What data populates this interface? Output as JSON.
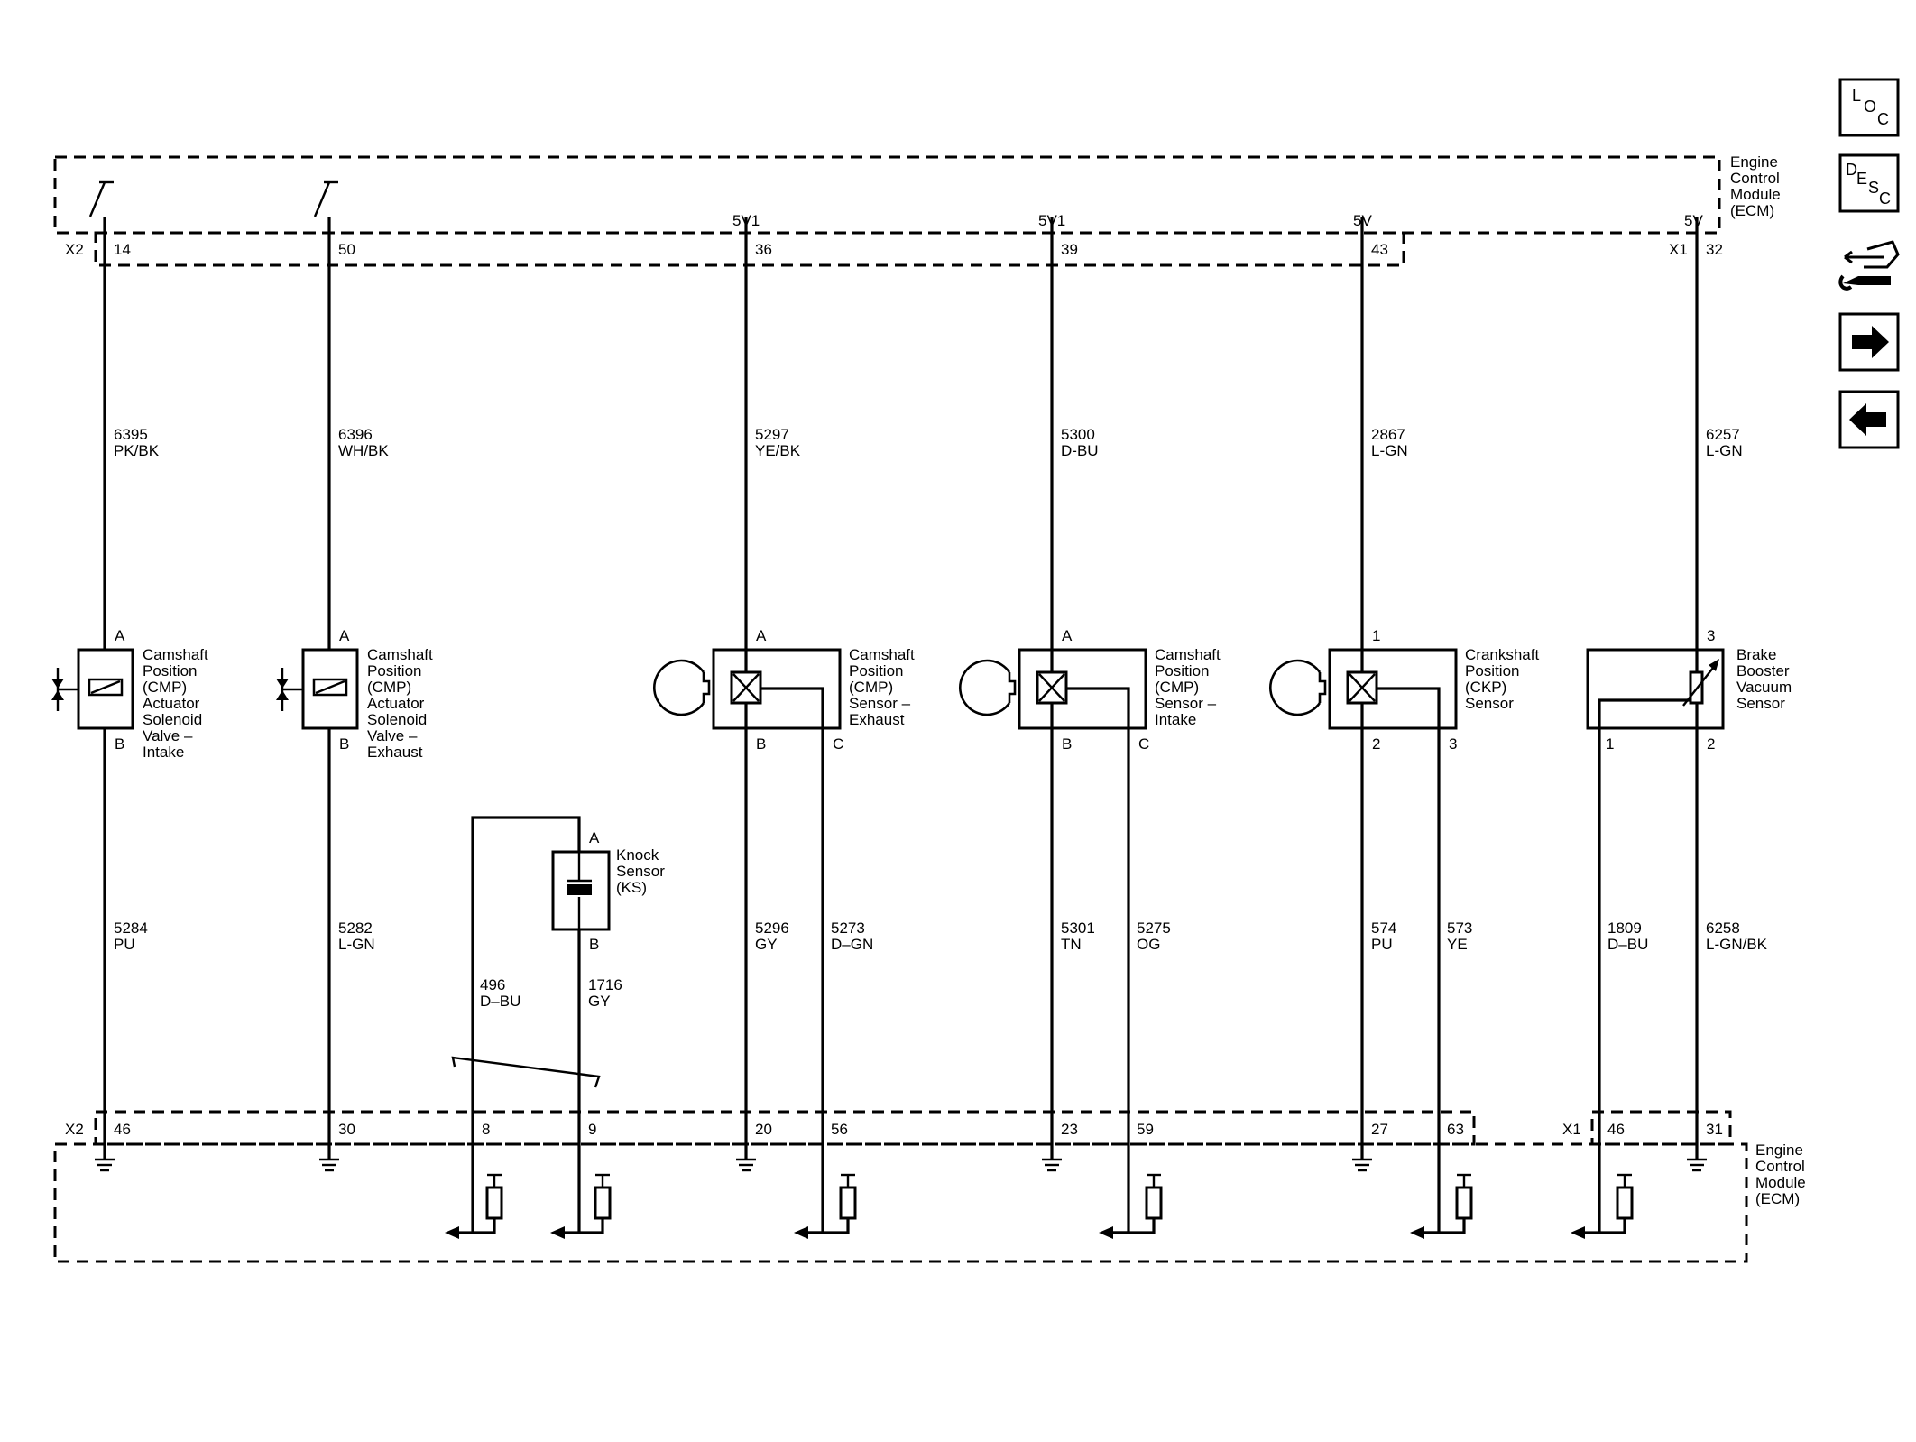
{
  "ecm_label": [
    "Engine",
    "Control",
    "Module",
    "(ECM)"
  ],
  "connectors": {
    "top_left": "X2",
    "top_right": "X1",
    "bottom_left": "X2",
    "bottom_right": "X1"
  },
  "top_pins": [
    "14",
    "50",
    "36",
    "39",
    "43",
    "32"
  ],
  "supply_labels": [
    "5V1",
    "5V1",
    "5V",
    "5V"
  ],
  "top_wires": [
    {
      "circuit": "6395",
      "color": "PK/BK"
    },
    {
      "circuit": "6396",
      "color": "WH/BK"
    },
    {
      "circuit": "5297",
      "color": "YE/BK"
    },
    {
      "circuit": "5300",
      "color": "D-BU"
    },
    {
      "circuit": "2867",
      "color": "L-GN"
    },
    {
      "circuit": "6257",
      "color": "L-GN"
    }
  ],
  "components": [
    {
      "lines": [
        "Camshaft",
        "Position",
        "(CMP)",
        "Actuator",
        "Solenoid",
        "Valve –",
        "Intake"
      ],
      "pins": [
        "A",
        "B"
      ]
    },
    {
      "lines": [
        "Camshaft",
        "Position",
        "(CMP)",
        "Actuator",
        "Solenoid",
        "Valve –",
        "Exhaust"
      ],
      "pins": [
        "A",
        "B"
      ]
    },
    {
      "lines": [
        "Camshaft",
        "Position",
        "(CMP)",
        "Sensor –",
        "Exhaust"
      ],
      "pins": [
        "A",
        "B",
        "C"
      ]
    },
    {
      "lines": [
        "Camshaft",
        "Position",
        "(CMP)",
        "Sensor –",
        "Intake"
      ],
      "pins": [
        "A",
        "B",
        "C"
      ]
    },
    {
      "lines": [
        "Crankshaft",
        "Position",
        "(CKP)",
        "Sensor"
      ],
      "pins": [
        "1",
        "2",
        "3"
      ]
    },
    {
      "lines": [
        "Brake",
        "Booster",
        "Vacuum",
        "Sensor"
      ],
      "pins": [
        "3",
        "1",
        "2"
      ]
    }
  ],
  "knock_sensor": {
    "lines": [
      "Knock",
      "Sensor",
      "(KS)"
    ],
    "pins": [
      "A",
      "B"
    ]
  },
  "bottom_wires": [
    {
      "circuit": "5284",
      "color": "PU"
    },
    {
      "circuit": "5282",
      "color": "L-GN"
    },
    {
      "circuit": "496",
      "color": "D–BU"
    },
    {
      "circuit": "1716",
      "color": "GY"
    },
    {
      "circuit": "5296",
      "color": "GY"
    },
    {
      "circuit": "5273",
      "color": "D–GN"
    },
    {
      "circuit": "5301",
      "color": "TN"
    },
    {
      "circuit": "5275",
      "color": "OG"
    },
    {
      "circuit": "574",
      "color": "PU"
    },
    {
      "circuit": "573",
      "color": "YE"
    },
    {
      "circuit": "1809",
      "color": "D–BU"
    },
    {
      "circuit": "6258",
      "color": "L-GN/BK"
    }
  ],
  "bottom_pins": [
    "46",
    "30",
    "8",
    "9",
    "20",
    "56",
    "23",
    "59",
    "27",
    "63",
    "46",
    "31"
  ],
  "nav": {
    "loc": [
      "L",
      "O",
      "C"
    ],
    "desc": [
      "D",
      "E",
      "S",
      "C"
    ]
  }
}
